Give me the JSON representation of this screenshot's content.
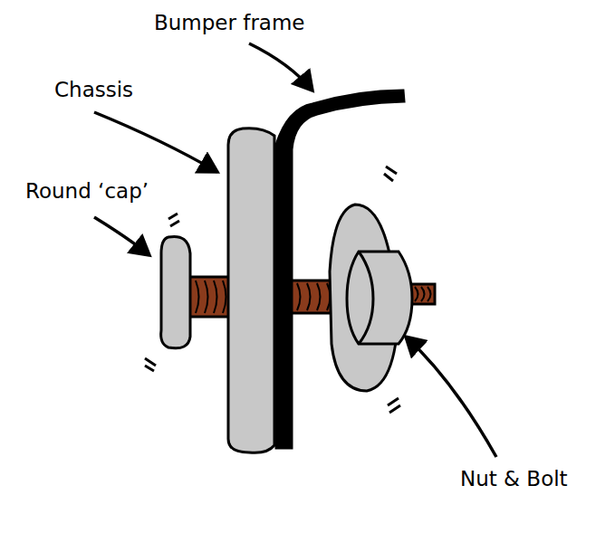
{
  "diagram": {
    "labels": [
      "Bumper frame",
      "Chassis",
      "Round ‘cap’",
      "Nut & Bolt"
    ]
  }
}
